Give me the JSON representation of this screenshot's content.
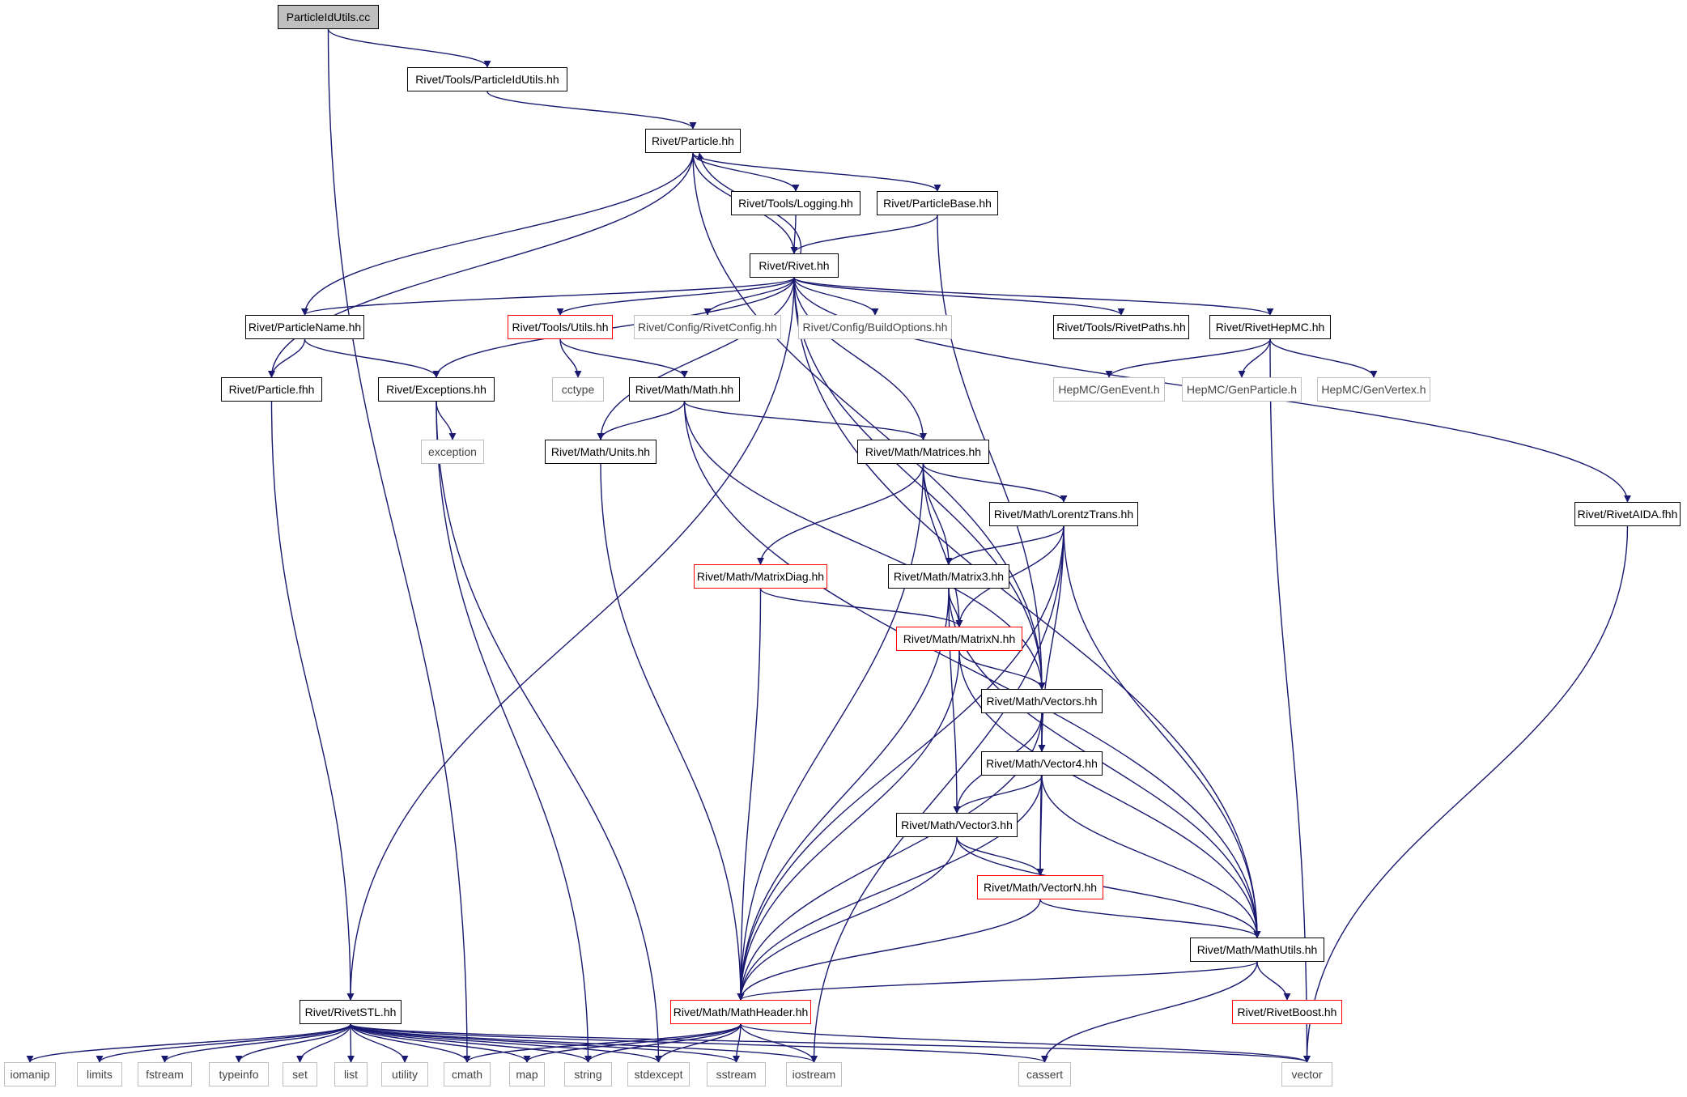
{
  "colors": {
    "edge": "#191970",
    "normal_border": "#000000",
    "external_border": "#bfbfbf",
    "truncated_border": "#ff0000",
    "root_fill": "#bfbfbf"
  },
  "nodes": {
    "n0": {
      "label": "ParticleIdUtils.cc",
      "kind": "root"
    },
    "n1": {
      "label": "Rivet/Tools/ParticleIdUtils.hh",
      "kind": "normal"
    },
    "n2": {
      "label": "Rivet/Particle.hh",
      "kind": "normal"
    },
    "n3": {
      "label": "Rivet/Tools/Logging.hh",
      "kind": "normal"
    },
    "n4": {
      "label": "Rivet/ParticleBase.hh",
      "kind": "normal"
    },
    "n5": {
      "label": "Rivet/Rivet.hh",
      "kind": "normal"
    },
    "n6": {
      "label": "Rivet/ParticleName.hh",
      "kind": "normal"
    },
    "n7": {
      "label": "Rivet/Tools/Utils.hh",
      "kind": "truncated"
    },
    "n8": {
      "label": "Rivet/Config/RivetConfig.hh",
      "kind": "external"
    },
    "n9": {
      "label": "Rivet/Config/BuildOptions.hh",
      "kind": "external"
    },
    "n10": {
      "label": "Rivet/Tools/RivetPaths.hh",
      "kind": "normal"
    },
    "n11": {
      "label": "Rivet/RivetHepMC.hh",
      "kind": "normal"
    },
    "n12": {
      "label": "Rivet/Particle.fhh",
      "kind": "normal"
    },
    "n13": {
      "label": "Rivet/Exceptions.hh",
      "kind": "normal"
    },
    "n14": {
      "label": "cctype",
      "kind": "external"
    },
    "n15": {
      "label": "Rivet/Math/Math.hh",
      "kind": "normal"
    },
    "n16": {
      "label": "HepMC/GenEvent.h",
      "kind": "external"
    },
    "n17": {
      "label": "HepMC/GenParticle.h",
      "kind": "external"
    },
    "n18": {
      "label": "HepMC/GenVertex.h",
      "kind": "external"
    },
    "n19": {
      "label": "exception",
      "kind": "external"
    },
    "n20": {
      "label": "Rivet/Math/Units.hh",
      "kind": "normal"
    },
    "n21": {
      "label": "Rivet/Math/Matrices.hh",
      "kind": "normal"
    },
    "n22": {
      "label": "Rivet/Math/LorentzTrans.hh",
      "kind": "normal"
    },
    "n23": {
      "label": "Rivet/RivetAIDA.fhh",
      "kind": "normal"
    },
    "n24": {
      "label": "Rivet/Math/MatrixDiag.hh",
      "kind": "truncated"
    },
    "n25": {
      "label": "Rivet/Math/Matrix3.hh",
      "kind": "normal"
    },
    "n26": {
      "label": "Rivet/Math/MatrixN.hh",
      "kind": "truncated"
    },
    "n27": {
      "label": "Rivet/Math/Vectors.hh",
      "kind": "normal"
    },
    "n28": {
      "label": "Rivet/Math/Vector4.hh",
      "kind": "normal"
    },
    "n29": {
      "label": "Rivet/Math/Vector3.hh",
      "kind": "normal"
    },
    "n30": {
      "label": "Rivet/Math/VectorN.hh",
      "kind": "truncated"
    },
    "n31": {
      "label": "Rivet/Math/MathUtils.hh",
      "kind": "normal"
    },
    "n32": {
      "label": "Rivet/RivetSTL.hh",
      "kind": "normal"
    },
    "n33": {
      "label": "Rivet/Math/MathHeader.hh",
      "kind": "truncated"
    },
    "n34": {
      "label": "Rivet/RivetBoost.hh",
      "kind": "truncated"
    },
    "n35": {
      "label": "iomanip",
      "kind": "external"
    },
    "n36": {
      "label": "limits",
      "kind": "external"
    },
    "n37": {
      "label": "fstream",
      "kind": "external"
    },
    "n38": {
      "label": "typeinfo",
      "kind": "external"
    },
    "n39": {
      "label": "set",
      "kind": "external"
    },
    "n40": {
      "label": "list",
      "kind": "external"
    },
    "n41": {
      "label": "utility",
      "kind": "external"
    },
    "n42": {
      "label": "cmath",
      "kind": "external"
    },
    "n43": {
      "label": "map",
      "kind": "external"
    },
    "n44": {
      "label": "string",
      "kind": "external"
    },
    "n45": {
      "label": "stdexcept",
      "kind": "external"
    },
    "n46": {
      "label": "sstream",
      "kind": "external"
    },
    "n47": {
      "label": "iostream",
      "kind": "external"
    },
    "n48": {
      "label": "cassert",
      "kind": "external"
    },
    "n49": {
      "label": "vector",
      "kind": "external"
    }
  },
  "edges": [
    [
      "n0",
      "n1"
    ],
    [
      "n0",
      "n42"
    ],
    [
      "n1",
      "n2"
    ],
    [
      "n2",
      "n3"
    ],
    [
      "n2",
      "n4"
    ],
    [
      "n2",
      "n5"
    ],
    [
      "n2",
      "n6"
    ],
    [
      "n2",
      "n12"
    ],
    [
      "n2",
      "n27"
    ],
    [
      "n3",
      "n5"
    ],
    [
      "n4",
      "n5"
    ],
    [
      "n4",
      "n27"
    ],
    [
      "n5",
      "n2"
    ],
    [
      "n5",
      "n6"
    ],
    [
      "n5",
      "n7"
    ],
    [
      "n5",
      "n8"
    ],
    [
      "n5",
      "n9"
    ],
    [
      "n5",
      "n10"
    ],
    [
      "n5",
      "n11"
    ],
    [
      "n5",
      "n13"
    ],
    [
      "n5",
      "n20"
    ],
    [
      "n5",
      "n21"
    ],
    [
      "n5",
      "n27"
    ],
    [
      "n5",
      "n31"
    ],
    [
      "n5",
      "n23"
    ],
    [
      "n5",
      "n32"
    ],
    [
      "n6",
      "n12"
    ],
    [
      "n6",
      "n13"
    ],
    [
      "n7",
      "n14"
    ],
    [
      "n7",
      "n15"
    ],
    [
      "n11",
      "n16"
    ],
    [
      "n11",
      "n17"
    ],
    [
      "n11",
      "n18"
    ],
    [
      "n11",
      "n49"
    ],
    [
      "n12",
      "n32"
    ],
    [
      "n13",
      "n19"
    ],
    [
      "n13",
      "n44"
    ],
    [
      "n13",
      "n45"
    ],
    [
      "n15",
      "n20"
    ],
    [
      "n15",
      "n21"
    ],
    [
      "n15",
      "n27"
    ],
    [
      "n15",
      "n31"
    ],
    [
      "n20",
      "n33"
    ],
    [
      "n21",
      "n22"
    ],
    [
      "n21",
      "n24"
    ],
    [
      "n21",
      "n25"
    ],
    [
      "n21",
      "n26"
    ],
    [
      "n21",
      "n33"
    ],
    [
      "n22",
      "n25"
    ],
    [
      "n22",
      "n26"
    ],
    [
      "n22",
      "n28"
    ],
    [
      "n22",
      "n31"
    ],
    [
      "n22",
      "n33"
    ],
    [
      "n22",
      "n47"
    ],
    [
      "n23",
      "n49"
    ],
    [
      "n24",
      "n26"
    ],
    [
      "n24",
      "n33"
    ],
    [
      "n25",
      "n26"
    ],
    [
      "n25",
      "n29"
    ],
    [
      "n25",
      "n31"
    ],
    [
      "n25",
      "n33"
    ],
    [
      "n26",
      "n27"
    ],
    [
      "n26",
      "n31"
    ],
    [
      "n26",
      "n33"
    ],
    [
      "n27",
      "n28"
    ],
    [
      "n27",
      "n29"
    ],
    [
      "n27",
      "n30"
    ],
    [
      "n27",
      "n33"
    ],
    [
      "n28",
      "n29"
    ],
    [
      "n28",
      "n30"
    ],
    [
      "n28",
      "n31"
    ],
    [
      "n28",
      "n33"
    ],
    [
      "n29",
      "n30"
    ],
    [
      "n29",
      "n31"
    ],
    [
      "n29",
      "n33"
    ],
    [
      "n30",
      "n31"
    ],
    [
      "n30",
      "n33"
    ],
    [
      "n31",
      "n33"
    ],
    [
      "n31",
      "n34"
    ],
    [
      "n31",
      "n48"
    ],
    [
      "n32",
      "n35"
    ],
    [
      "n32",
      "n36"
    ],
    [
      "n32",
      "n37"
    ],
    [
      "n32",
      "n38"
    ],
    [
      "n32",
      "n39"
    ],
    [
      "n32",
      "n40"
    ],
    [
      "n32",
      "n41"
    ],
    [
      "n32",
      "n42"
    ],
    [
      "n32",
      "n43"
    ],
    [
      "n32",
      "n44"
    ],
    [
      "n32",
      "n45"
    ],
    [
      "n32",
      "n46"
    ],
    [
      "n32",
      "n47"
    ],
    [
      "n32",
      "n48"
    ],
    [
      "n32",
      "n49"
    ],
    [
      "n33",
      "n42"
    ],
    [
      "n33",
      "n43"
    ],
    [
      "n33",
      "n44"
    ],
    [
      "n33",
      "n45"
    ],
    [
      "n33",
      "n46"
    ],
    [
      "n33",
      "n47"
    ],
    [
      "n33",
      "n49"
    ]
  ]
}
